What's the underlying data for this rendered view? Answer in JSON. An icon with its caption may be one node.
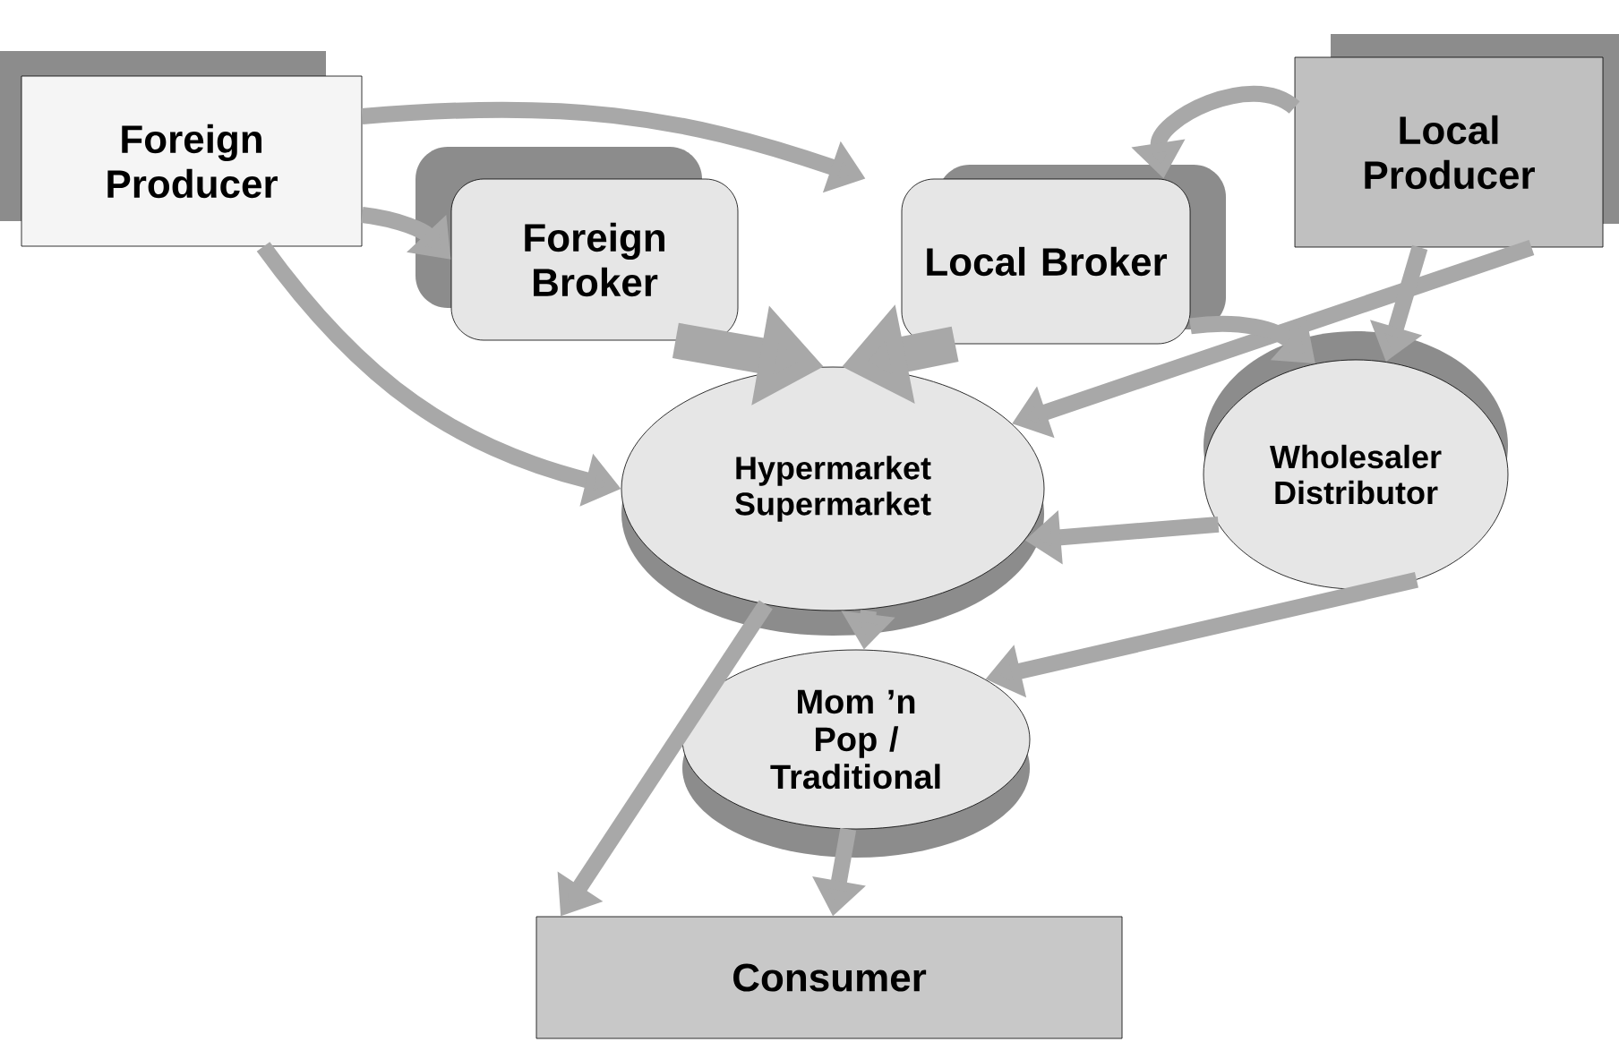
{
  "diagram": {
    "nodes": [
      {
        "text": [
          "Foreign Producer"
        ]
      },
      {
        "text": [
          "Local Producer"
        ]
      },
      {
        "text": [
          "Foreign Broker"
        ]
      },
      {
        "text": [
          "Local Broker"
        ]
      },
      {
        "text": [
          "Hypermarket Supermarket"
        ]
      },
      {
        "text": [
          "Wholesaler Distributor"
        ]
      },
      {
        "text": [
          "Mom ’n Pop / Traditional"
        ]
      },
      {
        "text": [
          "Consumer"
        ]
      }
    ],
    "edges": [
      {
        "from": 0,
        "to": 3,
        "arrow": "to"
      },
      {
        "from": 0,
        "to": 2,
        "arrow": "to"
      },
      {
        "from": 0,
        "to": 4,
        "arrow": "to"
      },
      {
        "from": 1,
        "to": 3,
        "arrow": "to"
      },
      {
        "from": 2,
        "to": 4,
        "arrow": "to",
        "style": "thick"
      },
      {
        "from": 3,
        "to": 4,
        "arrow": "to",
        "style": "thick"
      },
      {
        "from": 1,
        "to": 4,
        "arrow": "to"
      },
      {
        "from": 3,
        "to": 5,
        "arrow": "to"
      },
      {
        "from": 1,
        "to": 5,
        "arrow": "to"
      },
      {
        "from": 5,
        "to": 4,
        "arrow": "to"
      },
      {
        "from": 5,
        "to": 6,
        "arrow": "to"
      },
      {
        "from": 4,
        "to": 6,
        "arrow": "to"
      },
      {
        "from": 4,
        "to": 7,
        "arrow": "to"
      },
      {
        "from": 6,
        "to": 7,
        "arrow": "to"
      }
    ]
  }
}
